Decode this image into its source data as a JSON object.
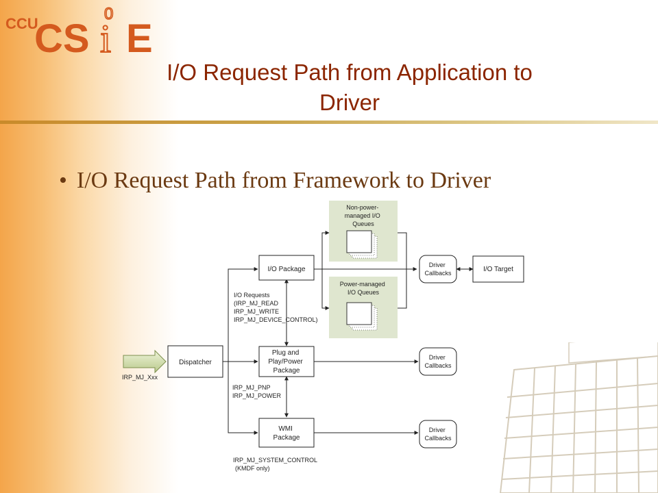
{
  "logo": {
    "prefix": "CCU",
    "main": "CS",
    "i_char": "i",
    "e_char": "E",
    "zero_char": "0"
  },
  "slide": {
    "title_line1": "I/O Request Path from Application to",
    "title_line2": "Driver",
    "bullet": "I/O Request Path from Framework to Driver"
  },
  "diagram": {
    "non_power_queues": [
      "Non-power-",
      "managed I/O",
      "Queues"
    ],
    "power_queues": [
      "Power-managed",
      "I/O Queues"
    ],
    "io_package": "I/O Package",
    "driver_callbacks": [
      "Driver",
      "Callbacks"
    ],
    "io_target": "I/O Target",
    "io_requests": [
      "I/O Requests",
      "(IRP_MJ_READ",
      "IRP_MJ_WRITE",
      "IRP_MJ_DEVICE_CONTROL)"
    ],
    "dispatcher": "Dispatcher",
    "irp_mj_xxx": "IRP_MJ_Xxx",
    "pnp_package": [
      "Plug and",
      "Play/Power",
      "Package"
    ],
    "pnp_irps": [
      "IRP_MJ_PNP",
      "IRP_MJ_POWER"
    ],
    "wmi_package": [
      "WMI",
      "Package"
    ],
    "wmi_irps": [
      "IRP_MJ_SYSTEM_CONTROL",
      "(KMDF only)"
    ]
  },
  "colors": {
    "title": "#8b2500",
    "bullet": "#6b3a12",
    "queue_panel": "#dfe6cf",
    "logo": "#d45a1e"
  }
}
